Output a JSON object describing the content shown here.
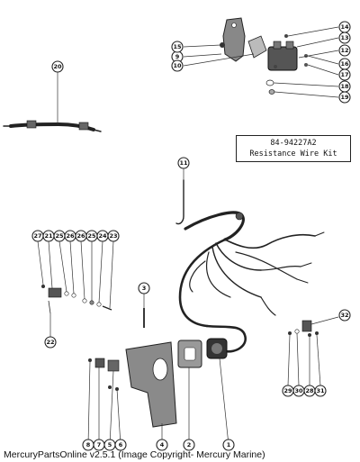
{
  "kit_label": {
    "part_number": "84-94227A2",
    "name": "Resistance Wire Kit"
  },
  "callouts": [
    "1",
    "2",
    "3",
    "4",
    "5",
    "6",
    "7",
    "8",
    "9",
    "10",
    "11",
    "12",
    "13",
    "14",
    "15",
    "16",
    "17",
    "18",
    "19",
    "20",
    "21",
    "22",
    "23",
    "24",
    "25",
    "26",
    "27",
    "28",
    "29",
    "30",
    "31",
    "32"
  ],
  "footer_text": "MercuryPartsOnline v2.5.1 (Image Copyright- Mercury Marine)"
}
